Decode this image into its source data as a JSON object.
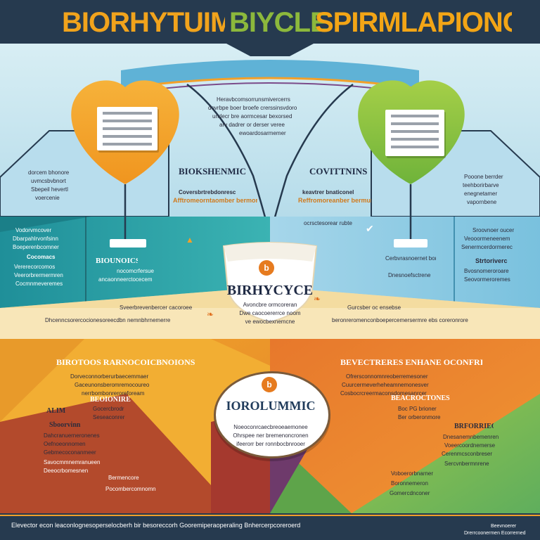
{
  "title": {
    "part1": "BIORHYTUIM",
    "part2": "BIYCLE",
    "part3": "SPIRMLAPIONC",
    "colors": {
      "part1": "#f1a31c",
      "part2": "#8cb83c",
      "part3": "#f3a516"
    }
  },
  "top_center": {
    "lines": [
      "Heravbcomsorrunsmivercerrs",
      "dovrbpe boer broefe crerssinsvdoro",
      "undecr bre aormcesar bexorsed",
      "arv dadrer or derser veree",
      "ewoardosarmemer"
    ]
  },
  "left_upper": {
    "heading": "BIOKSHENMIC",
    "sub_lines": [
      "Coversbrtrebdonresc",
      "Afftromeorntaomber bermorder"
    ],
    "side_lines": [
      "dorcem bhonore",
      "uvmcsbvbnort",
      "Sbepeil hevertl",
      "voercenie"
    ]
  },
  "right_upper": {
    "heading": "COVITTNINS",
    "sub_lines": [
      "keavtrer bnaticonel",
      "Reffromoreanber bermuriee"
    ],
    "side_lines": [
      "Pooone berrder",
      "teehborirbarve",
      "enegnetamer",
      "vapornbene"
    ]
  },
  "left_mid": {
    "side_lines": [
      "Vodorvmcover",
      "Dbarpahlrvonfsinn",
      "Boeperenbcomner",
      "Cocomacs",
      "Vererecorcomos",
      "Veerorbrermermren",
      "Cocmnmeveremes"
    ],
    "heading": "BIOUNOICS",
    "lines": [
      "nocomcrfersue",
      "ancaonneerctocecem"
    ]
  },
  "right_mid": {
    "side_lines": [
      "Sroovnoer oucer",
      "Veooormeneenem",
      "Senermcerdormerec",
      "Strtoriverc",
      "Bvosnomeroroare",
      "Seovormeroremes"
    ],
    "lines": [
      "ocrsctesorear rubte",
      "Cerbvrasnoernet bore",
      "Dnesnoefsctrene"
    ]
  },
  "cycle_badge": {
    "title": "BIRHYCYCE",
    "lines": [
      "Avoncbre ormcoreran",
      "Dwe caocoererrce noom",
      "ve ewocbexnemcne"
    ]
  },
  "banner": {
    "left_lines": [
      "Sveerbrevenbercer cacoroee",
      "Dhcenncsorercocionesoreecdbn nemnbhrnemerre"
    ],
    "right_lines": [
      "Gurcsber oc ensebse",
      "beronreromenconboepercemersermre ebs coreronrore"
    ]
  },
  "lower_left": {
    "heading": "BIROTOOS RARNOCOICBNOIONS",
    "lines": [
      "Dorveconnorberurbaecemmaer",
      "Gaceunonsberomremocoureo",
      "nerrbombonrerorefoream"
    ],
    "sub_heading": "BEOIONIRE",
    "sub_lines": [
      "Gocercbrodr",
      "Seseaconrer"
    ],
    "side_heading": "ALIM",
    "side_label": "Sboorvinn",
    "side_lines": [
      "Dahcranuerneronenes",
      "Oefnoeonnomen",
      "Gebmecoconanmeer",
      "Savocmmnemranueen",
      "Deeocrbomesnen",
      "Bermencore",
      "Pocombercomnomne"
    ]
  },
  "lower_right": {
    "heading": "BEVECTRERES ENHANE OCONFRIENER",
    "lines": [
      "Ofrersconnomnreoberremesoner",
      "Cuurcermeverheheamnemonesver",
      "Cosbocrcreermaconsdomesanrcer"
    ],
    "sub_heading": "BEACROCTONES",
    "sub_lines": [
      "Boc PG brioner",
      "Ber orberonmore"
    ],
    "side_heading": "BRFORRIEO",
    "side_lines": [
      "Dnesanemnbemenren",
      "Voeercoordnemerse",
      "Cerenmcsconbreser",
      "Sercvnbermnrene",
      "Voboerorbnarner",
      "Boronnemeron",
      "Gomercdnconer"
    ]
  },
  "center_circle": {
    "title": "IOROLUMMIC",
    "lines": [
      "Noeoconrcaecbreoeaemonee",
      "Ohrspee ner bremenoncronen",
      "ifeerorr ber ronnbocbnrooer"
    ]
  },
  "footer": {
    "text": "Elevector econ leaconlognesoperselocberh bir besoreccorh Gooremiperaoperaling Bnhercerpcoreroerd",
    "right_lines": [
      "Beevnoerer",
      "Drerrcoonermen Ecorrerned"
    ]
  },
  "colors": {
    "navy": "#263a4f",
    "teal": "#2aa3a8",
    "lightblue": "#a3d4e6",
    "orange": "#f2a02a",
    "green": "#8cbe3f",
    "cream": "#f8e6b8",
    "darkred": "#a23a2e",
    "purple": "#6e3a6b"
  }
}
